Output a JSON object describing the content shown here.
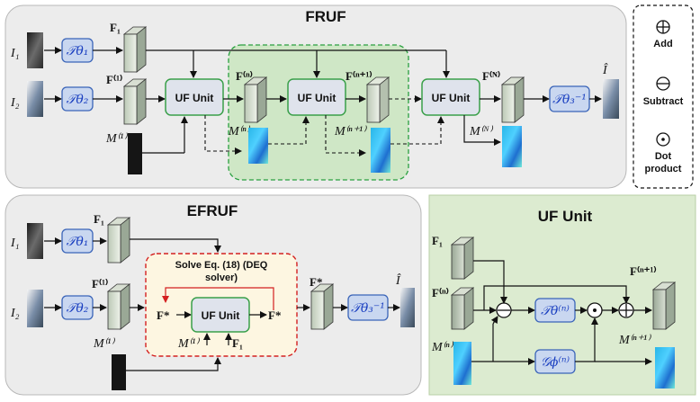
{
  "fruf": {
    "title": "FRUF",
    "inputs": [
      "I₁",
      "I₂"
    ],
    "transforms": [
      "𝒯θ₁",
      "𝒯θ₂",
      "𝒯θ₃⁻¹"
    ],
    "features": [
      "F₁",
      "F⁽¹⁾",
      "F⁽ⁿ⁾",
      "F⁽ⁿ⁺¹⁾",
      "F⁽ᴺ⁾"
    ],
    "masks": [
      "M⁽¹⁾",
      "M⁽ⁿ⁾",
      "M⁽ⁿ⁺¹⁾",
      "M⁽ᴺ⁾"
    ],
    "unit_label": "UF Unit",
    "output": "Î"
  },
  "efruf": {
    "title": "EFRUF",
    "inputs": [
      "I₁",
      "I₂"
    ],
    "transforms": [
      "𝒯θ₁",
      "𝒯θ₂",
      "𝒯θ₃⁻¹"
    ],
    "features": [
      "F₁",
      "F⁽¹⁾",
      "F*"
    ],
    "mask": "M⁽¹⁾",
    "solve_line1": "Solve Eq. (18) (DEQ",
    "solve_line2": "solver)",
    "unit_label": "UF Unit",
    "fstar": "F*",
    "unit_inputs": [
      "M⁽¹⁾",
      "F₁"
    ],
    "output": "Î"
  },
  "ufunit": {
    "title": "UF Unit",
    "features": [
      "F₁",
      "F⁽ⁿ⁾",
      "F⁽ⁿ⁺¹⁾"
    ],
    "masks": [
      "M⁽ⁿ⁾",
      "M⁽ⁿ⁺¹⁾"
    ],
    "ops": [
      "𝒯θ⁽ⁿ⁾",
      "𝒢ϕ⁽ⁿ⁾"
    ]
  },
  "legend": {
    "add": "Add",
    "subtract": "Subtract",
    "dot1": "Dot",
    "dot2": "product"
  },
  "colors": {
    "panel_gray": "#ececec",
    "panel_green": "#dcebd0",
    "transform_fill": "#c9d7f0",
    "transform_stroke": "#3a64b8",
    "unit_fill": "#dfe3ec",
    "unit_stroke": "#3aa04a",
    "deq_stroke": "#d42020",
    "deq_fill": "#fdf6e1"
  }
}
